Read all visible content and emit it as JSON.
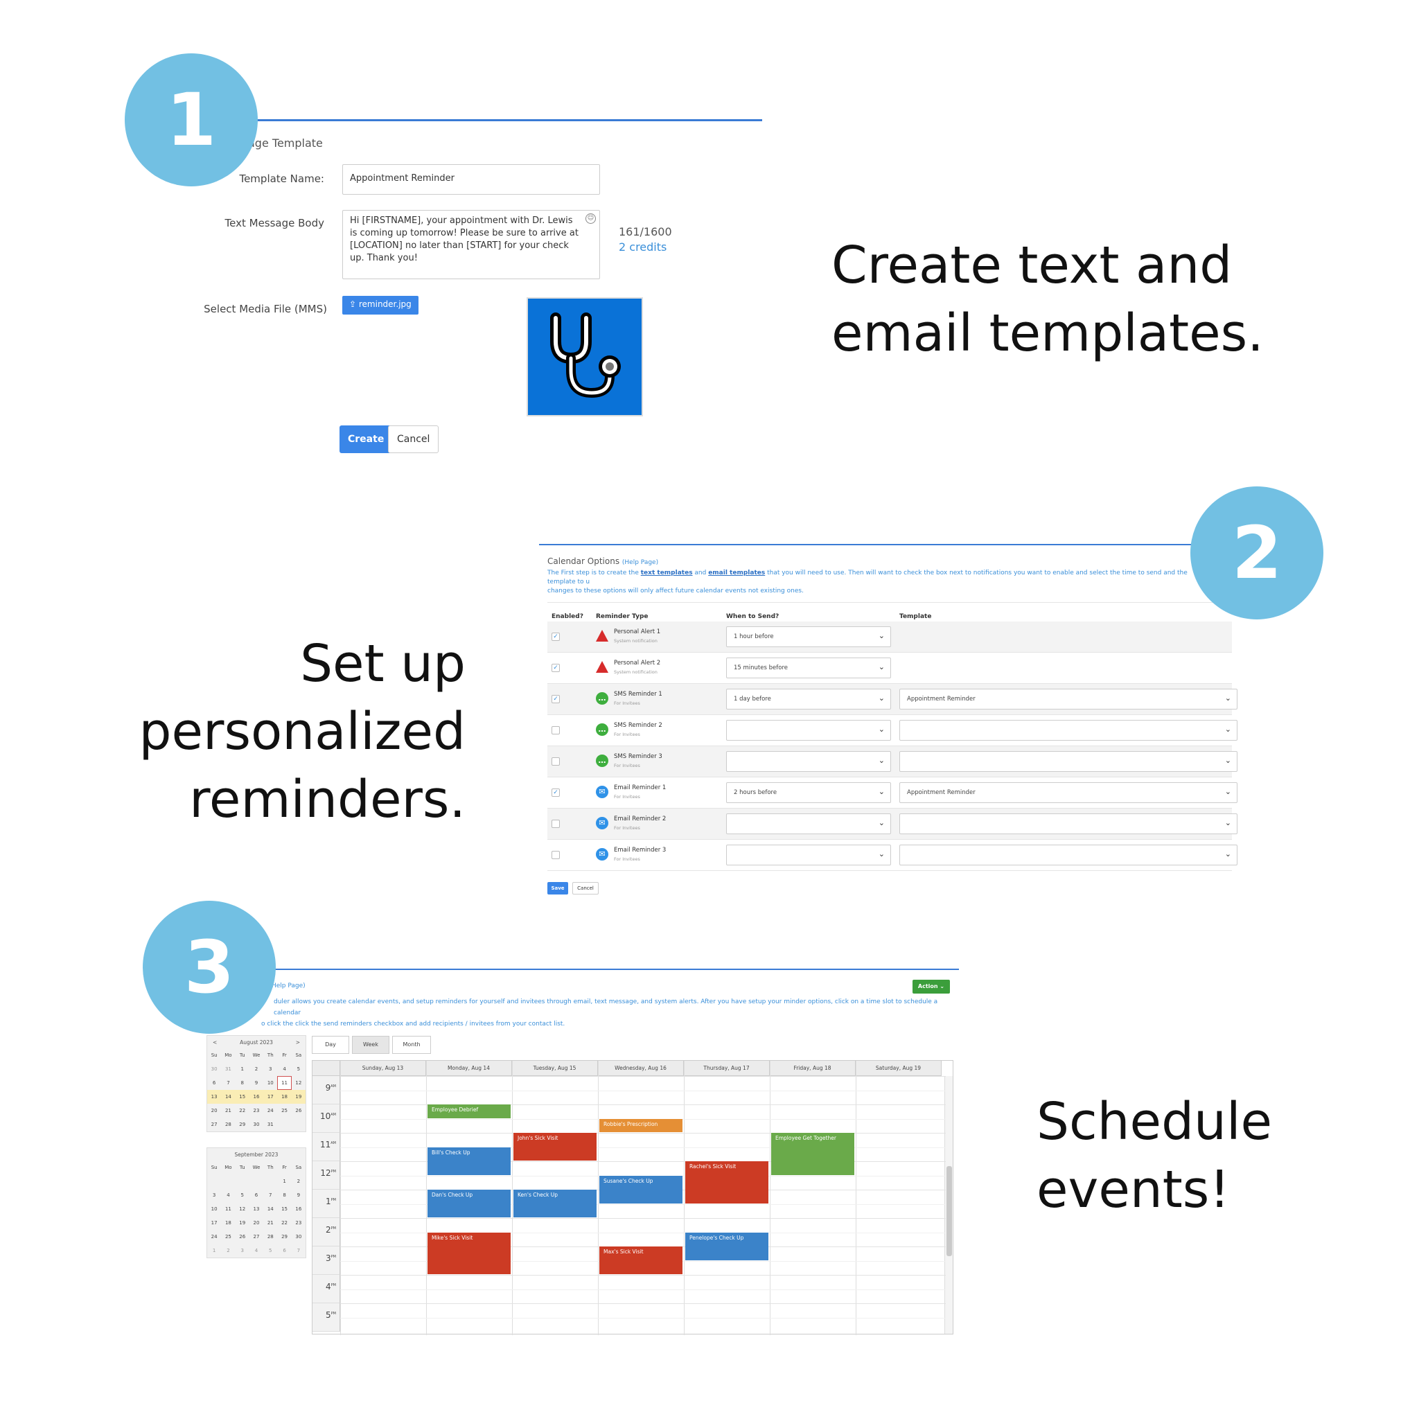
{
  "steps": {
    "one": "1",
    "two": "2",
    "three": "3"
  },
  "headlines": {
    "step1": [
      "Create text and",
      "email templates."
    ],
    "step2": [
      "Set up",
      "personalized",
      "reminders."
    ],
    "step3": [
      "Schedule",
      "events!"
    ]
  },
  "template_panel": {
    "title": "age Template",
    "name_label": "Template Name:",
    "name_value": "Appointment Reminder",
    "body_label": "Text Message Body",
    "body_value": "Hi [FIRSTNAME], your appointment with Dr. Lewis is coming up tomorrow! Please be sure to arrive at [LOCATION] no later than [START] for your check up. Thank you!",
    "counter": "161/1600",
    "credits": "2 credits",
    "media_label": "Select Media File (MMS)",
    "media_file": "reminder.jpg",
    "create_label": "Create",
    "cancel_label": "Cancel",
    "image_icon": "stethoscope-icon"
  },
  "options_panel": {
    "title": "Calendar Options",
    "help_link": "(Help Page)",
    "desc_parts": [
      "The First step is to create the ",
      "text templates",
      " and ",
      "email templates",
      " that you will need to use. Then will want to check the box next to notifications you want to enable and select the time to send and the template to u",
      "changes to these options will only affect future calendar events not existing ones."
    ],
    "headers": {
      "enabled": "Enabled?",
      "type": "Reminder Type",
      "when": "When to Send?",
      "template": "Template"
    },
    "rows": [
      {
        "name": "Personal Alert 1",
        "sub": "System notification",
        "icon": "alert-icon",
        "kind": "alert",
        "checked": true,
        "when": "1 hour before",
        "template": null
      },
      {
        "name": "Personal Alert 2",
        "sub": "System notification",
        "icon": "alert-icon",
        "kind": "alert",
        "checked": true,
        "when": "15 minutes before",
        "template": null
      },
      {
        "name": "SMS Reminder 1",
        "sub": "For Invitees",
        "icon": "sms-icon",
        "kind": "sms",
        "checked": true,
        "when": "1 day before",
        "template": "Appointment Reminder"
      },
      {
        "name": "SMS Reminder 2",
        "sub": "For Invitees",
        "icon": "sms-icon",
        "kind": "sms",
        "checked": false,
        "when": "",
        "template": ""
      },
      {
        "name": "SMS Reminder 3",
        "sub": "For Invitees",
        "icon": "sms-icon",
        "kind": "sms",
        "checked": false,
        "when": "",
        "template": ""
      },
      {
        "name": "Email Reminder 1",
        "sub": "For Invitees",
        "icon": "email-icon",
        "kind": "email",
        "checked": true,
        "when": "2 hours before",
        "template": "Appointment Reminder"
      },
      {
        "name": "Email Reminder 2",
        "sub": "For Invitees",
        "icon": "email-icon",
        "kind": "email",
        "checked": false,
        "when": "",
        "template": ""
      },
      {
        "name": "Email Reminder 3",
        "sub": "For Invitees",
        "icon": "email-icon",
        "kind": "email",
        "checked": false,
        "when": "",
        "template": ""
      }
    ],
    "save_label": "Save",
    "cancel_label": "Cancel"
  },
  "calendar_panel": {
    "help_link": "Help Page)",
    "desc_line1": "duler allows you create calendar events, and setup reminders for yourself and invitees through email, text message, and system alerts. After you have setup your minder options, click on a time slot to schedule a calendar",
    "desc_line2": "o click the click the send reminders checkbox and add recipients / invitees from your contact list.",
    "action_label": "Action",
    "weekday_abbr": [
      "Su",
      "Mo",
      "Tu",
      "We",
      "Th",
      "Fr",
      "Sa"
    ],
    "mini_august": {
      "title": "August 2023",
      "prev": "<",
      "next": ">",
      "weeks": [
        [
          "30",
          "31",
          "1",
          "2",
          "3",
          "4",
          "5"
        ],
        [
          "6",
          "7",
          "8",
          "9",
          "10",
          "11",
          "12"
        ],
        [
          "13",
          "14",
          "15",
          "16",
          "17",
          "18",
          "19"
        ],
        [
          "20",
          "21",
          "22",
          "23",
          "24",
          "25",
          "26"
        ],
        [
          "27",
          "28",
          "29",
          "30",
          "31",
          "",
          ""
        ]
      ],
      "today": "11"
    },
    "mini_september": {
      "title": "September 2023",
      "weeks": [
        [
          "",
          "",
          "",
          "",
          "",
          "1",
          "2"
        ],
        [
          "3",
          "4",
          "5",
          "6",
          "7",
          "8",
          "9"
        ],
        [
          "10",
          "11",
          "12",
          "13",
          "14",
          "15",
          "16"
        ],
        [
          "17",
          "18",
          "19",
          "20",
          "21",
          "22",
          "23"
        ],
        [
          "24",
          "25",
          "26",
          "27",
          "28",
          "29",
          "30"
        ],
        [
          "1",
          "2",
          "3",
          "4",
          "5",
          "6",
          "7"
        ]
      ]
    },
    "view_tabs": [
      "Day",
      "Week",
      "Month"
    ],
    "active_view": "Week",
    "days": [
      "Sunday, Aug 13",
      "Monday, Aug 14",
      "Tuesday, Aug 15",
      "Wednesday, Aug 16",
      "Thursday, Aug 17",
      "Friday, Aug 18",
      "Saturday, Aug 19"
    ],
    "hours": [
      {
        "h": "9",
        "ap": "AM"
      },
      {
        "h": "10",
        "ap": "AM"
      },
      {
        "h": "11",
        "ap": "AM"
      },
      {
        "h": "12",
        "ap": "PM"
      },
      {
        "h": "1",
        "ap": "PM"
      },
      {
        "h": "2",
        "ap": "PM"
      },
      {
        "h": "3",
        "ap": "PM"
      },
      {
        "h": "4",
        "ap": "PM"
      },
      {
        "h": "5",
        "ap": "PM"
      }
    ],
    "events": [
      {
        "title": "Employee Debrief",
        "day": 1,
        "start": "10:00",
        "end": "10:30",
        "color": "green"
      },
      {
        "title": "Bill's Check Up",
        "day": 1,
        "start": "11:30",
        "end": "12:30",
        "color": "blue"
      },
      {
        "title": "Dan's Check Up",
        "day": 1,
        "start": "13:00",
        "end": "14:00",
        "color": "blue"
      },
      {
        "title": "Mike's Sick Visit",
        "day": 1,
        "start": "14:30",
        "end": "16:00",
        "color": "red"
      },
      {
        "title": "John's Sick Visit",
        "day": 2,
        "start": "11:00",
        "end": "12:00",
        "color": "red"
      },
      {
        "title": "Ken's Check Up",
        "day": 2,
        "start": "13:00",
        "end": "14:00",
        "color": "blue"
      },
      {
        "title": "Robbie's Prescription",
        "day": 3,
        "start": "10:30",
        "end": "11:00",
        "color": "orange"
      },
      {
        "title": "Susane's Check Up",
        "day": 3,
        "start": "12:30",
        "end": "13:30",
        "color": "blue"
      },
      {
        "title": "Max's Sick Visit",
        "day": 3,
        "start": "15:00",
        "end": "16:00",
        "color": "red"
      },
      {
        "title": "Rachel's Sick Visit",
        "day": 4,
        "start": "12:00",
        "end": "13:30",
        "color": "red"
      },
      {
        "title": "Penelope's Check Up",
        "day": 4,
        "start": "14:30",
        "end": "15:30",
        "color": "blue"
      },
      {
        "title": "Employee Get Together",
        "day": 5,
        "start": "11:00",
        "end": "12:30",
        "color": "green"
      }
    ]
  }
}
